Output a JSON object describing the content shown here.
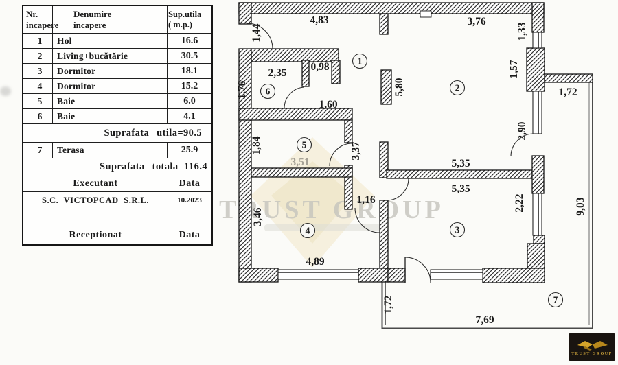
{
  "table": {
    "header": [
      {
        "l1": "Nr.",
        "l2": "incapere"
      },
      {
        "l1": "Denumire",
        "l2": "incapere"
      },
      {
        "l1": "Sup.utila",
        "l2": "( m.p.)"
      }
    ],
    "rows": [
      {
        "nr": "1",
        "name": "Hol",
        "area": "16.6"
      },
      {
        "nr": "2",
        "name": "Living+bucătărie",
        "area": "30.5"
      },
      {
        "nr": "3",
        "name": "Dormitor",
        "area": "18.1"
      },
      {
        "nr": "4",
        "name": "Dormitor",
        "area": "15.2"
      },
      {
        "nr": "5",
        "name": "Baie",
        "area": "6.0"
      },
      {
        "nr": "6",
        "name": "Baie",
        "area": "4.1"
      }
    ],
    "subtotal": "Suprafata utila=90.5",
    "terrace_row": {
      "nr": "7",
      "name": "Terasa",
      "area": "25.9"
    },
    "total": "Suprafata totala=116.4",
    "executant": {
      "label": "Executant",
      "data_label": "Data",
      "company": "S.C. VICTOPCAD S.R.L.",
      "date": "10.2023"
    },
    "receptionat": {
      "label": "Receptionat",
      "data_label": "Data"
    }
  },
  "plan": {
    "rooms": [
      "1",
      "2",
      "3",
      "4",
      "5",
      "6",
      "7"
    ],
    "dims": [
      "4,83",
      "3,76",
      "1,44",
      "1,33",
      "1,57",
      "5,80",
      "1,72",
      "0,98",
      "2,35",
      "1,76",
      "1,60",
      "2,90",
      "1,84",
      "3,51",
      "3,37",
      "5,35",
      "5,35",
      "2,22",
      "9,03",
      "1,16",
      "3,46",
      "4,89",
      "1,72",
      "7,69"
    ]
  },
  "watermark": {
    "text": "TRUST GROUP"
  },
  "logo": {
    "text": "TRUST GROUP"
  }
}
